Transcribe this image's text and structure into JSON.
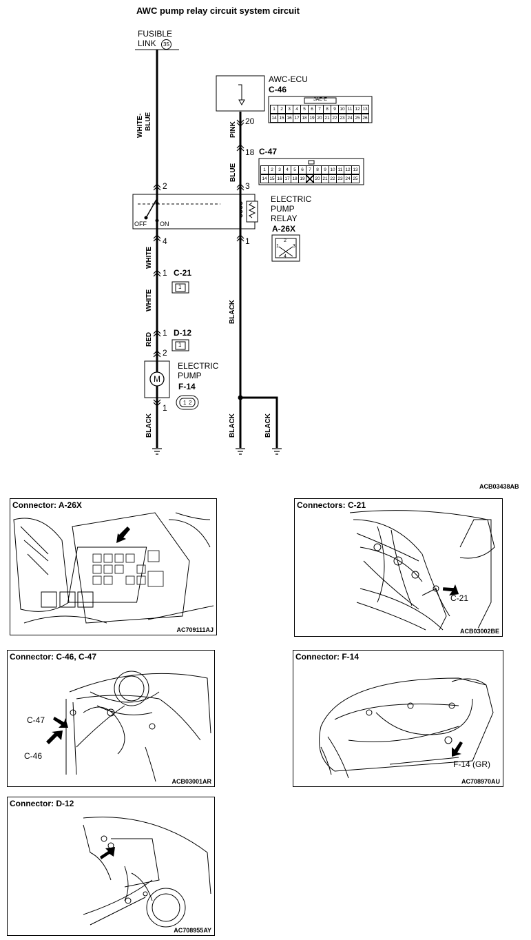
{
  "title": "AWC pump relay circuit system circuit",
  "diagram_code": "ACB03438AB",
  "fusible_link": {
    "label": "FUSIBLE",
    "label2": "LINK",
    "number": "35"
  },
  "wire_colors": {
    "white_blue_1": "WHITE-",
    "white_blue_2": "BLUE",
    "pink": "PINK",
    "blue": "BLUE",
    "white_a": "WHITE",
    "white_b": "WHITE",
    "red": "RED",
    "black_left": "BLACK",
    "black_mid": "BLACK",
    "black_mid_low": "BLACK",
    "black_right": "BLACK"
  },
  "ecu": {
    "name": "AWC-ECU",
    "connector": "C-46",
    "header": "JAE-E",
    "row1": [
      "1",
      "2",
      "3",
      "4",
      "5",
      "6",
      "7",
      "8",
      "9",
      "10",
      "11",
      "12",
      "13"
    ],
    "row2": [
      "14",
      "15",
      "16",
      "17",
      "18",
      "19",
      "20",
      "21",
      "22",
      "23",
      "24",
      "25",
      "26"
    ],
    "pin": "20"
  },
  "c47": {
    "connector": "C-47",
    "pin": "18",
    "row1": [
      "1",
      "2",
      "3",
      "4",
      "5",
      "6",
      "7",
      "8",
      "9",
      "10",
      "11",
      "12",
      "13"
    ],
    "row2": [
      "14",
      "15",
      "16",
      "17",
      "18",
      "19",
      "",
      "20",
      "21",
      "22",
      "23",
      "24",
      "25"
    ]
  },
  "relay": {
    "name1": "ELECTRIC",
    "name2": "PUMP",
    "name3": "RELAY",
    "connector": "A-26X",
    "pin2": "2",
    "pin3": "3",
    "pin4": "4",
    "pin1": "1",
    "off": "OFF",
    "on": "ON",
    "cpins": [
      "1",
      "2",
      "3",
      "4"
    ]
  },
  "c21": {
    "connector": "C-21",
    "pin": "1",
    "cpin": "1"
  },
  "d12": {
    "connector": "D-12",
    "pin_top": "1",
    "pin_bottom": "2",
    "cpin": "1"
  },
  "pump": {
    "name1": "ELECTRIC",
    "name2": "PUMP",
    "connector": "F-14",
    "motor": "M",
    "pin_bottom": "1",
    "cpins": [
      "1",
      "2"
    ]
  },
  "panels": {
    "a26x": {
      "label": "Connector: A-26X",
      "code": "AC709111AJ"
    },
    "c21": {
      "label": "Connectors: C-21",
      "code": "ACB03002BE",
      "callout": "C-21"
    },
    "c46": {
      "label": "Connector: C-46, C-47",
      "code": "ACB03001AR",
      "callout_a": "C-47",
      "callout_b": "C-46"
    },
    "f14": {
      "label": "Connector: F-14",
      "code": "AC708970AU",
      "callout": "F-14 (GR)"
    },
    "d12": {
      "label": "Connector: D-12",
      "code": "AC708955AY"
    }
  }
}
